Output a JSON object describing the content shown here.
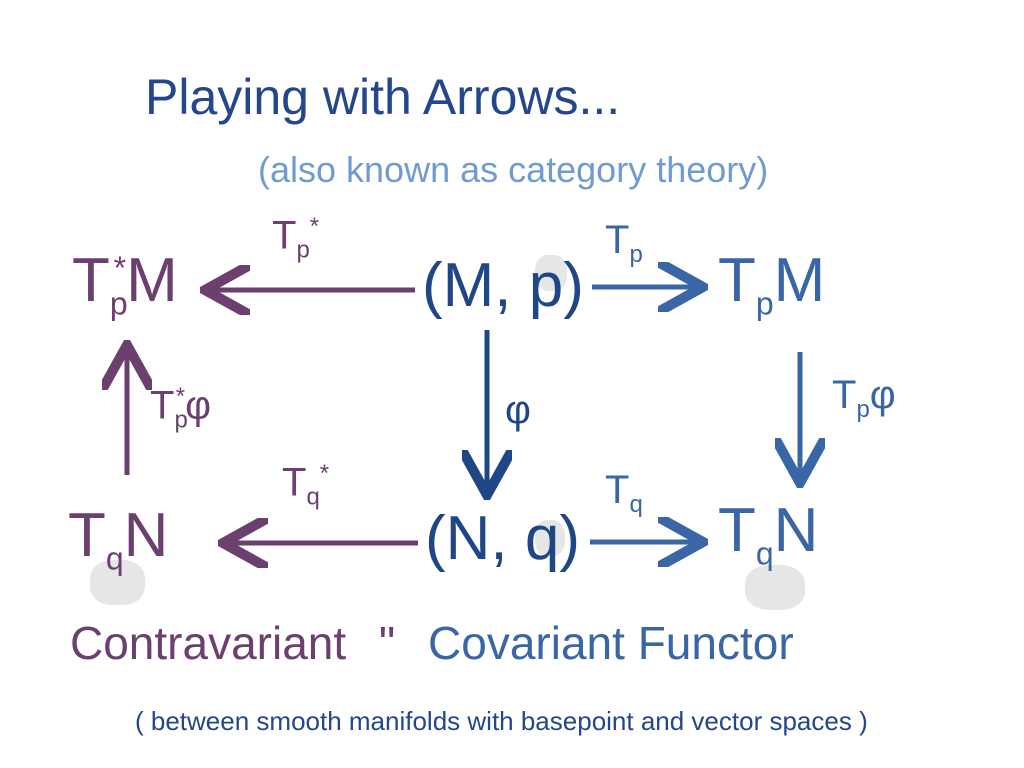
{
  "title": "Playing with Arrows...",
  "subtitle": "(also known as category theory)",
  "nodes": {
    "cotangent_M": {
      "base": "T",
      "sub": "p",
      "sup": "*",
      "space": "M"
    },
    "M_p": "(M, p)",
    "tangent_M": {
      "base": "T",
      "sub": "p",
      "space": "M"
    },
    "tangent_q_N_left": {
      "base": "T",
      "sub": "q",
      "space": "N"
    },
    "N_q": "(N, q)",
    "tangent_q_N_right": {
      "base": "T",
      "sub": "q",
      "space": "N"
    }
  },
  "arrows": {
    "top_left": {
      "base": "T",
      "sub": "p",
      "sup": "*"
    },
    "top_right": {
      "base": "T",
      "sub": "p"
    },
    "center_down": "φ",
    "right_down": {
      "base": "T",
      "sub": "p",
      "tail": "φ"
    },
    "left_up": {
      "base": "T",
      "sub": "p",
      "sup": "*",
      "tail": "φ"
    },
    "bottom_left": {
      "base": "T",
      "sub": "q",
      "sup": "*"
    },
    "bottom_right": {
      "base": "T",
      "sub": "q"
    }
  },
  "footer": {
    "contravariant": "Contravariant",
    "ditto": "\"",
    "covariant": "Covariant Functor",
    "note": "( between smooth manifolds with basepoint and vector spaces )"
  },
  "colors": {
    "dark_blue": "#1f4686",
    "mid_blue": "#3a66a6",
    "light_blue": "#6f9bd0",
    "purple": "#6b3f6e"
  }
}
